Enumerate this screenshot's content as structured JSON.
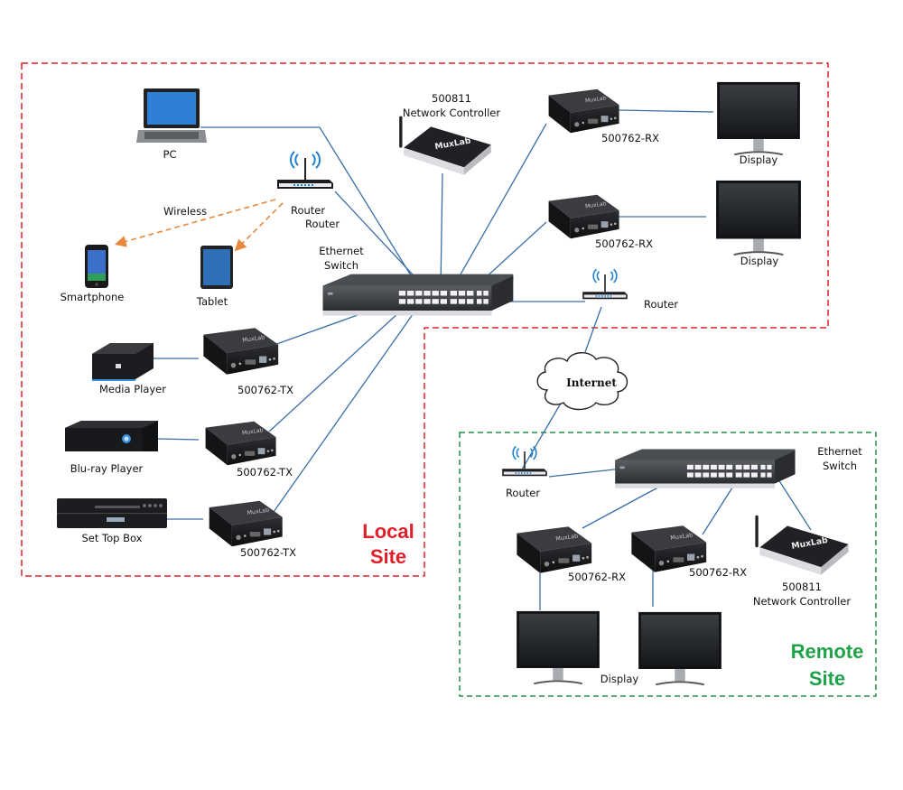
{
  "colors": {
    "local_border": "#e0202a",
    "remote_border": "#1f8f4a",
    "wire": "#3a6ea8",
    "wireless": "#e8883a",
    "local_label": "#e0202a",
    "remote_label": "#1fa24a"
  },
  "local_site": {
    "label_line1": "Local",
    "label_line2": "Site",
    "devices": {
      "pc": "PC",
      "router_wifi": "Router",
      "router_wifi_label2": "Router",
      "wireless": "Wireless",
      "smartphone": "Smartphone",
      "tablet": "Tablet",
      "controller_id": "500811",
      "controller_name": "Network Controller",
      "switch_line1": "Ethernet",
      "switch_line2": "Switch",
      "rx1": "500762-RX",
      "rx2": "500762-RX",
      "display1": "Display",
      "display2": "Display",
      "router_wan": "Router",
      "media_player": "Media Player",
      "tx1": "500762-TX",
      "bluray": "Blu-ray Player",
      "tx2": "500762-TX",
      "settop": "Set Top Box",
      "tx3": "500762-TX"
    }
  },
  "internet": {
    "label": "Internet"
  },
  "remote_site": {
    "label_line1": "Remote",
    "label_line2": "Site",
    "devices": {
      "router": "Router",
      "switch_line1": "Ethernet",
      "switch_line2": "Switch",
      "rx1": "500762-RX",
      "rx2": "500762-RX",
      "controller_id": "500811",
      "controller_name": "Network Controller",
      "display": "Display"
    }
  }
}
